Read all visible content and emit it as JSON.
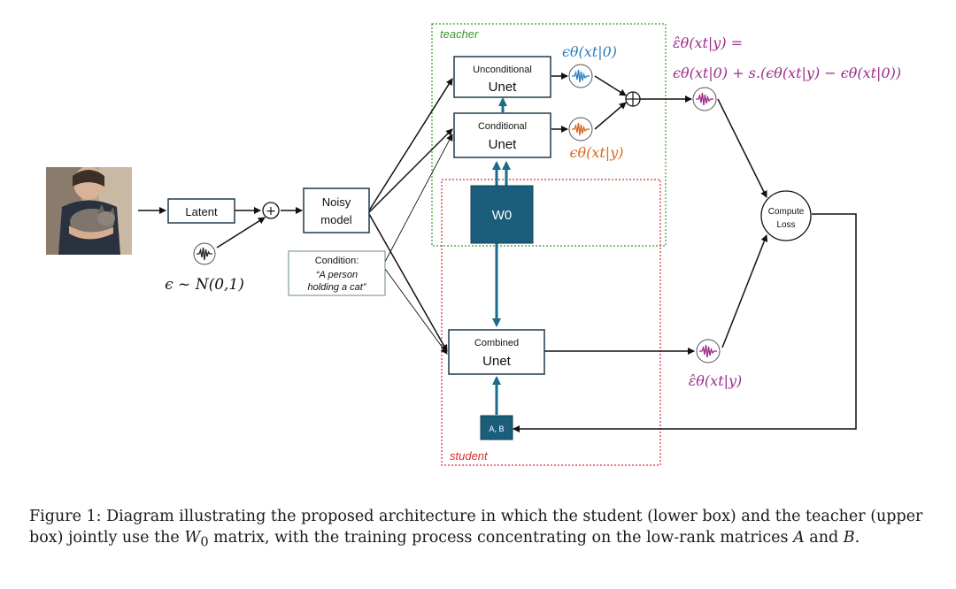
{
  "diagram": {
    "teacher_label": "teacher",
    "student_label": "student",
    "latent_label": "Latent",
    "noise_label": "ϵ ~ N(0,1)",
    "noisy_model_line1": "Noisy",
    "noisy_model_line2": "model",
    "condition_title": "Condition:",
    "condition_line1": "“A person",
    "condition_line2": "holding a cat”",
    "uncond_small": "Unconditional",
    "uncond_big": "Unet",
    "cond_small": "Conditional",
    "cond_big": "Unet",
    "w0_label": "W0",
    "combined_small": "Combined",
    "combined_big": "Unet",
    "ab_label": "A, B",
    "compute_line1": "Compute",
    "compute_line2": "Loss",
    "eps_uncond": "ϵθ(xt|0)",
    "eps_cond": "ϵθ(xt|y)",
    "eps_hat_student": "ε̂θ(xt|y)",
    "formula_line1": "ε̂θ(xt|y) =",
    "formula_line2": "ϵθ(xt|0) + s.(ϵθ(xt|y) − ϵθ(xt|0))",
    "plus_symbol": "+",
    "oplus_symbol": "⊕"
  },
  "colors": {
    "teacher_border": "#3a9a2a",
    "student_border": "#d9282a",
    "w0_fill": "#1b5e7b",
    "thick_arrow": "#1b6b8a",
    "uncond_signal": "#2a7fc0",
    "cond_signal": "#d9661a",
    "student_signal": "#9b2d8a",
    "noise_signal": "#222222"
  },
  "caption": {
    "prefix": "Figure 1: Diagram illustrating the proposed architecture in which the student (lower box) and the teacher (upper box) jointly use the ",
    "matrix_symbol": "W",
    "matrix_sub": "0",
    "middle": " matrix, with the training process concentrating on the low-rank matrices ",
    "A": "A",
    "and": " and ",
    "B": "B",
    "end": "."
  }
}
